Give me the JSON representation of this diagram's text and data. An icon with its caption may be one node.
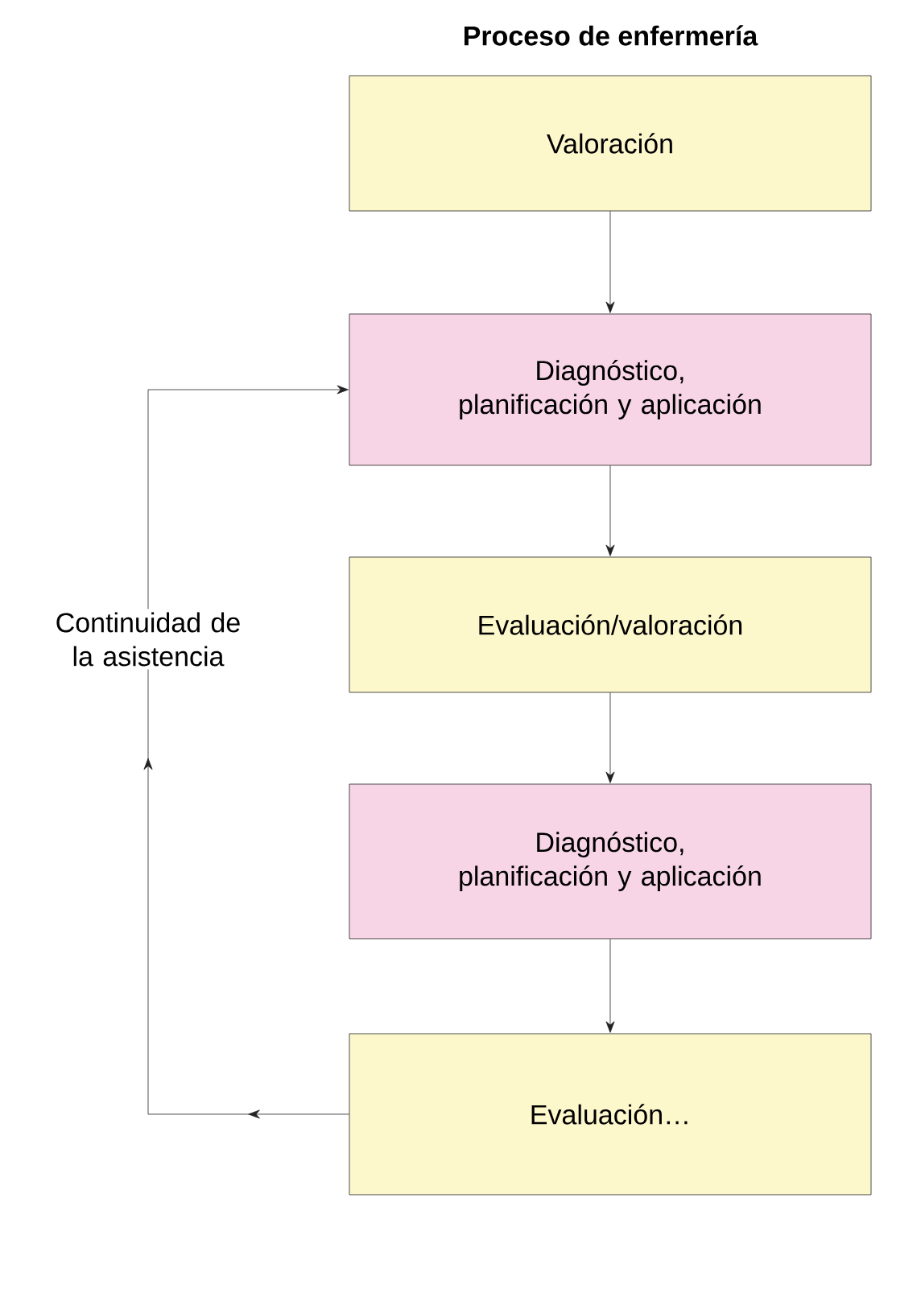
{
  "diagram": {
    "title": "Proceso de enfermería",
    "nodes": [
      {
        "text": [
          "Valoración"
        ]
      },
      {
        "text": [
          "Diagnóstico, planificación y aplicación"
        ]
      },
      {
        "text": [
          "Evaluación/valoración"
        ]
      },
      {
        "text": [
          "Diagnóstico, planificación y aplicación"
        ]
      },
      {
        "text": [
          "Evaluación…"
        ]
      }
    ],
    "edges": [
      {
        "from": 0,
        "to": 1,
        "arrow": "to"
      },
      {
        "from": 1,
        "to": 2,
        "arrow": "to"
      },
      {
        "from": 2,
        "to": 3,
        "arrow": "to"
      },
      {
        "from": 3,
        "to": 4,
        "arrow": "to"
      },
      {
        "from": 4,
        "to": 1,
        "arrow": "to",
        "label": "Continuidad de la asistencia"
      }
    ]
  }
}
